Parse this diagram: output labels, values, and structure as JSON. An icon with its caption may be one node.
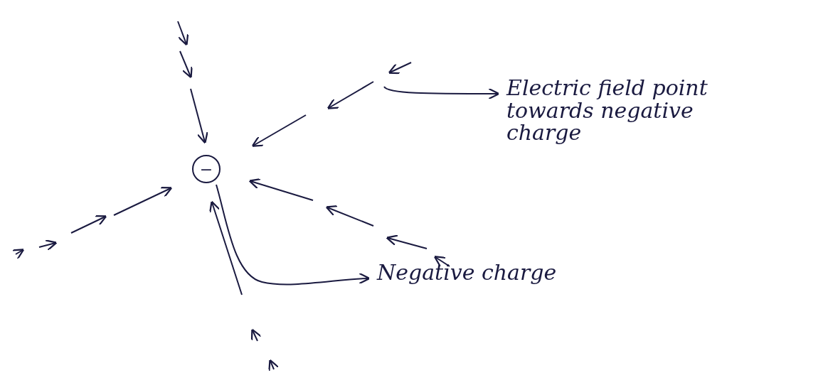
{
  "diagram": {
    "nodes": [
      {
        "text": [
          "−"
        ]
      },
      {
        "text": [
          "Electric field point towards negative charge"
        ]
      },
      {
        "text": [
          "Negative charge"
        ]
      }
    ],
    "edges": [
      {
        "from": null,
        "to": 1,
        "arrow": "to"
      },
      {
        "from": 0,
        "to": 2,
        "arrow": "to"
      }
    ]
  }
}
